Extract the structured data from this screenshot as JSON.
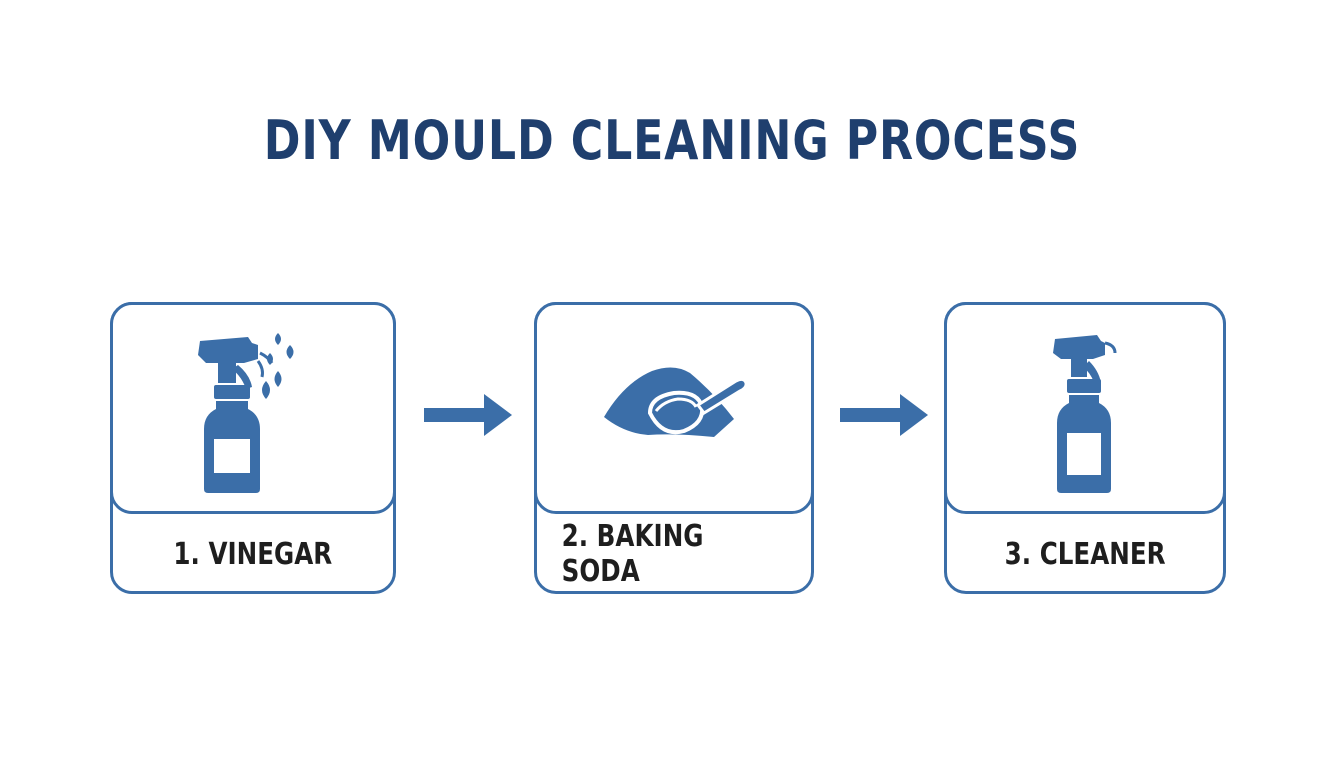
{
  "title": "DIY MOULD CLEANING PROCESS",
  "colors": {
    "title": "#1f3f6e",
    "accent": "#3b6ea8",
    "label_text": "#1e1e1e",
    "background": "#ffffff"
  },
  "steps": [
    {
      "label": "1. VINEGAR",
      "icon": "spray-bottle-icon"
    },
    {
      "label": "2. BAKING SODA",
      "icon": "baking-soda-scoop-icon"
    },
    {
      "label": "3. CLEANER",
      "icon": "cleaner-bottle-icon"
    }
  ],
  "connectors": [
    "arrow-right-icon",
    "arrow-right-icon"
  ]
}
